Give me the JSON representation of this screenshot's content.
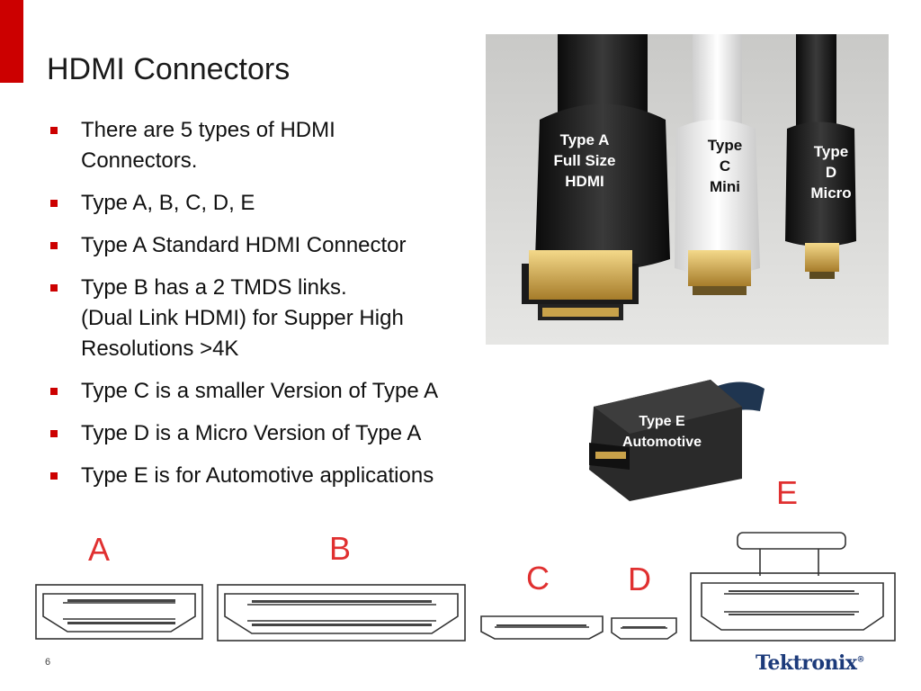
{
  "slide": {
    "title": "HDMI Connectors",
    "page_number": "6"
  },
  "bullets": [
    {
      "lines": [
        "There are 5 types of HDMI",
        "Connectors."
      ]
    },
    {
      "lines": [
        "Type A, B, C, D, E"
      ]
    },
    {
      "lines": [
        "Type A  Standard HDMI Connector"
      ]
    },
    {
      "lines": [
        "Type B has a 2 TMDS links.",
        "(Dual Link HDMI) for Supper High",
        "Resolutions >4K"
      ]
    },
    {
      "lines": [
        "Type C is a smaller Version of Type A"
      ]
    },
    {
      "lines": [
        "Type D is a Micro Version of Type A"
      ]
    },
    {
      "lines": [
        "Type E is for Automotive applications"
      ]
    }
  ],
  "cable_photo": {
    "type_a": [
      "Type A",
      "Full Size",
      "HDMI"
    ],
    "type_c": [
      "Type",
      "C",
      "Mini"
    ],
    "type_d": [
      "Type",
      "D",
      "Micro"
    ]
  },
  "automotive_photo": {
    "label": [
      "Type E",
      "Automotive"
    ]
  },
  "pinout_labels": {
    "a": "A",
    "b": "B",
    "c": "C",
    "d": "D",
    "e": "E"
  },
  "logo": {
    "text": "Tektronix",
    "registered": "®"
  },
  "colors": {
    "accent": "#cc0000",
    "logo": "#1c3a7a"
  }
}
